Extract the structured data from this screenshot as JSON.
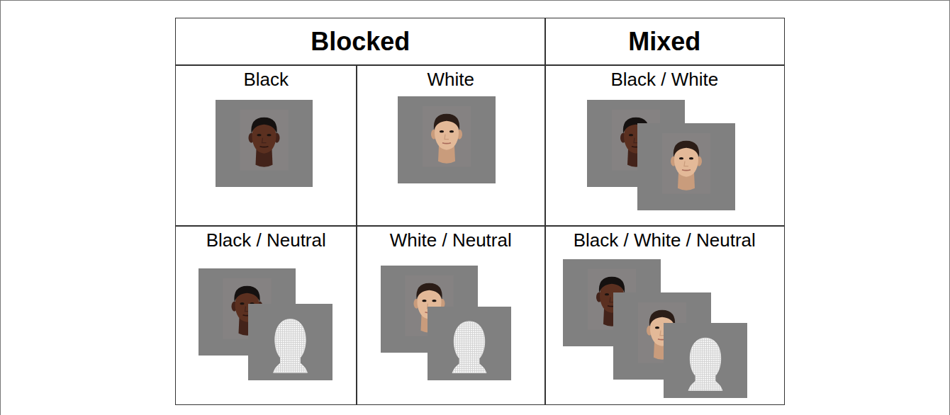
{
  "diagram": {
    "nodes": [
      {
        "text": [
          "Blocked"
        ]
      },
      {
        "text": [
          "Mixed"
        ]
      },
      {
        "text": [
          "Black"
        ]
      },
      {
        "text": [
          "White"
        ]
      },
      {
        "text": [
          "Black / White"
        ]
      },
      {
        "text": [
          "Black / Neutral"
        ]
      },
      {
        "text": [
          "White / Neutral"
        ]
      },
      {
        "text": [
          "Black / White / Neutral"
        ]
      }
    ]
  }
}
